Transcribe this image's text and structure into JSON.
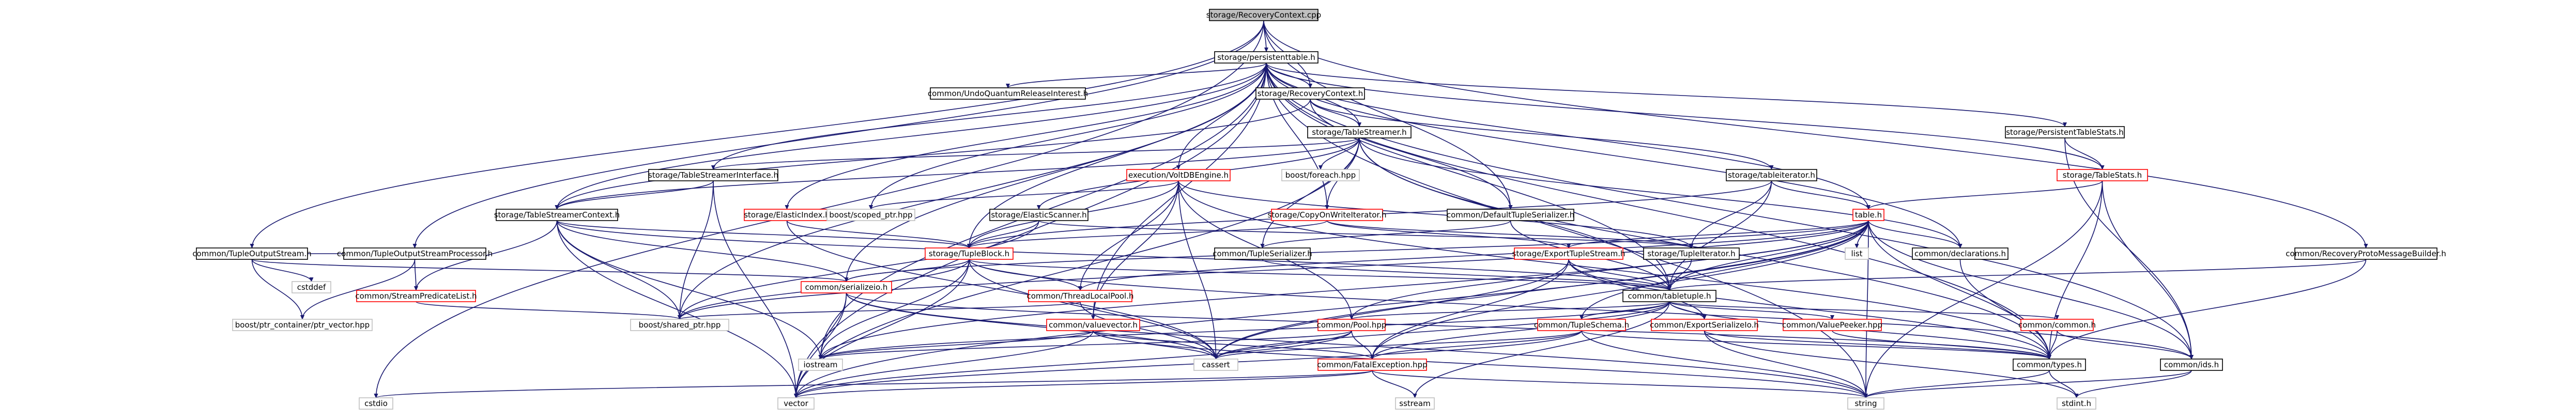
{
  "colors": {
    "edge": "#191970",
    "root_fill": "#bfbfbf",
    "node_stroke": "#000000",
    "documented_stroke": "#ff0000",
    "external_stroke": "#bfbfbf",
    "node_fill": "#ffffff"
  },
  "nodes": [
    {
      "id": "n0",
      "label": "storage/RecoveryContext.cpp",
      "kind": "root"
    },
    {
      "id": "n1",
      "label": "storage/persistenttable.h",
      "kind": "normal"
    },
    {
      "id": "n2",
      "label": "common/UndoQuantumReleaseInterest.h",
      "kind": "normal"
    },
    {
      "id": "n3",
      "label": "storage/RecoveryContext.h",
      "kind": "normal"
    },
    {
      "id": "n4",
      "label": "storage/TableStreamer.h",
      "kind": "normal"
    },
    {
      "id": "n5",
      "label": "storage/PersistentTableStats.h",
      "kind": "normal"
    },
    {
      "id": "n6",
      "label": "storage/TableStats.h",
      "kind": "red"
    },
    {
      "id": "n7",
      "label": "execution/VoltDBEngine.h",
      "kind": "red"
    },
    {
      "id": "n8",
      "label": "boost/foreach.hpp",
      "kind": "external"
    },
    {
      "id": "n9",
      "label": "storage/tableiterator.h",
      "kind": "normal"
    },
    {
      "id": "n10",
      "label": "storage/TableStreamerInterface.h",
      "kind": "normal"
    },
    {
      "id": "n11",
      "label": "storage/ElasticIndex.h",
      "kind": "red"
    },
    {
      "id": "n12",
      "label": "storage/ElasticScanner.h",
      "kind": "normal"
    },
    {
      "id": "n13",
      "label": "storage/CopyOnWriteIterator.h",
      "kind": "red"
    },
    {
      "id": "n14",
      "label": "common/DefaultTupleSerializer.h",
      "kind": "normal"
    },
    {
      "id": "n15",
      "label": "boost/scoped_ptr.hpp",
      "kind": "external"
    },
    {
      "id": "n16",
      "label": "table.h",
      "kind": "red"
    },
    {
      "id": "n17",
      "label": "storage/TableStreamerContext.h",
      "kind": "normal"
    },
    {
      "id": "n18",
      "label": "common/TupleOutputStream.h",
      "kind": "normal"
    },
    {
      "id": "n19",
      "label": "common/TupleOutputStreamProcessor.h",
      "kind": "normal"
    },
    {
      "id": "n20",
      "label": "common/TupleSerializer.h",
      "kind": "normal"
    },
    {
      "id": "n21",
      "label": "storage/ExportTupleStream.h",
      "kind": "red"
    },
    {
      "id": "n22",
      "label": "storage/TupleIterator.h",
      "kind": "normal"
    },
    {
      "id": "n23",
      "label": "common/declarations.h",
      "kind": "normal"
    },
    {
      "id": "n24",
      "label": "common/RecoveryProtoMessageBuilder.h",
      "kind": "normal"
    },
    {
      "id": "n25",
      "label": "list",
      "kind": "external"
    },
    {
      "id": "n26",
      "label": "storage/TupleBlock.h",
      "kind": "red"
    },
    {
      "id": "n27",
      "label": "cstddef",
      "kind": "external"
    },
    {
      "id": "n28",
      "label": "common/StreamPredicateList.h",
      "kind": "red"
    },
    {
      "id": "n29",
      "label": "common/serializeio.h",
      "kind": "red"
    },
    {
      "id": "n30",
      "label": "common/ThreadLocalPool.h",
      "kind": "red"
    },
    {
      "id": "n31",
      "label": "common/tabletuple.h",
      "kind": "normal"
    },
    {
      "id": "n32",
      "label": "boost/ptr_container/ptr_vector.hpp",
      "kind": "external"
    },
    {
      "id": "n33",
      "label": "boost/shared_ptr.hpp",
      "kind": "external"
    },
    {
      "id": "n34",
      "label": "common/Pool.hpp",
      "kind": "red"
    },
    {
      "id": "n35",
      "label": "common/TupleSchema.h",
      "kind": "red"
    },
    {
      "id": "n36",
      "label": "common/ExportSerializeIo.h",
      "kind": "red"
    },
    {
      "id": "n37",
      "label": "common/ValuePeeker.hpp",
      "kind": "red"
    },
    {
      "id": "n38",
      "label": "common/common.h",
      "kind": "red"
    },
    {
      "id": "n39",
      "label": "common/valuevector.h",
      "kind": "red"
    },
    {
      "id": "n40",
      "label": "iostream",
      "kind": "external"
    },
    {
      "id": "n41",
      "label": "cassert",
      "kind": "external"
    },
    {
      "id": "n42",
      "label": "common/FatalException.hpp",
      "kind": "red"
    },
    {
      "id": "n43",
      "label": "common/types.h",
      "kind": "normal"
    },
    {
      "id": "n44",
      "label": "common/ids.h",
      "kind": "normal"
    },
    {
      "id": "n45",
      "label": "cstdio",
      "kind": "external"
    },
    {
      "id": "n46",
      "label": "vector",
      "kind": "external"
    },
    {
      "id": "n47",
      "label": "sstream",
      "kind": "external"
    },
    {
      "id": "n48",
      "label": "string",
      "kind": "external"
    },
    {
      "id": "n49",
      "label": "stdint.h",
      "kind": "external"
    }
  ],
  "edges": [
    [
      "n0",
      "n1"
    ],
    [
      "n0",
      "n3"
    ],
    [
      "n0",
      "n14"
    ],
    [
      "n0",
      "n24"
    ],
    [
      "n0",
      "n18"
    ],
    [
      "n0",
      "n19"
    ],
    [
      "n0",
      "n45"
    ],
    [
      "n1",
      "n2"
    ],
    [
      "n1",
      "n3"
    ],
    [
      "n1",
      "n4"
    ],
    [
      "n1",
      "n5"
    ],
    [
      "n1",
      "n6"
    ],
    [
      "n1",
      "n7"
    ],
    [
      "n1",
      "n10"
    ],
    [
      "n1",
      "n11"
    ],
    [
      "n1",
      "n13"
    ],
    [
      "n1",
      "n16"
    ],
    [
      "n1",
      "n26"
    ],
    [
      "n1",
      "n15"
    ],
    [
      "n1",
      "n33"
    ],
    [
      "n1",
      "n43"
    ],
    [
      "n1",
      "n44"
    ],
    [
      "n1",
      "n46"
    ],
    [
      "n1",
      "n40"
    ],
    [
      "n1",
      "n31"
    ],
    [
      "n1",
      "n23"
    ],
    [
      "n1",
      "n29"
    ],
    [
      "n1",
      "n17"
    ],
    [
      "n1",
      "n39"
    ],
    [
      "n1",
      "n48"
    ],
    [
      "n3",
      "n4"
    ],
    [
      "n3",
      "n9"
    ],
    [
      "n3",
      "n14"
    ],
    [
      "n3",
      "n17"
    ],
    [
      "n4",
      "n8"
    ],
    [
      "n4",
      "n10"
    ],
    [
      "n4",
      "n12"
    ],
    [
      "n4",
      "n13"
    ],
    [
      "n4",
      "n17"
    ],
    [
      "n4",
      "n20"
    ],
    [
      "n4",
      "n46"
    ],
    [
      "n4",
      "n31"
    ],
    [
      "n4",
      "n23"
    ],
    [
      "n4",
      "n43"
    ],
    [
      "n5",
      "n6"
    ],
    [
      "n5",
      "n44"
    ],
    [
      "n6",
      "n16"
    ],
    [
      "n6",
      "n43"
    ],
    [
      "n6",
      "n44"
    ],
    [
      "n6",
      "n48"
    ],
    [
      "n7",
      "n26"
    ],
    [
      "n7",
      "n30"
    ],
    [
      "n7",
      "n34"
    ],
    [
      "n7",
      "n39"
    ],
    [
      "n7",
      "n43"
    ],
    [
      "n7",
      "n22"
    ],
    [
      "n7",
      "n41"
    ],
    [
      "n7",
      "n15"
    ],
    [
      "n9",
      "n22"
    ],
    [
      "n9",
      "n16"
    ],
    [
      "n9",
      "n31"
    ],
    [
      "n9",
      "n26"
    ],
    [
      "n10",
      "n17"
    ],
    [
      "n10",
      "n33"
    ],
    [
      "n10",
      "n46"
    ],
    [
      "n11",
      "n26"
    ],
    [
      "n11",
      "n41"
    ],
    [
      "n12",
      "n26"
    ],
    [
      "n12",
      "n22"
    ],
    [
      "n12",
      "n33"
    ],
    [
      "n13",
      "n22"
    ],
    [
      "n13",
      "n26"
    ],
    [
      "n13",
      "n21"
    ],
    [
      "n14",
      "n20"
    ],
    [
      "n14",
      "n31"
    ],
    [
      "n16",
      "n21"
    ],
    [
      "n16",
      "n25"
    ],
    [
      "n16",
      "n29"
    ],
    [
      "n16",
      "n30"
    ],
    [
      "n16",
      "n31"
    ],
    [
      "n16",
      "n34"
    ],
    [
      "n16",
      "n35"
    ],
    [
      "n16",
      "n23"
    ],
    [
      "n16",
      "n43"
    ],
    [
      "n16",
      "n48"
    ],
    [
      "n16",
      "n40"
    ],
    [
      "n16",
      "n42"
    ],
    [
      "n16",
      "n46"
    ],
    [
      "n16",
      "n33"
    ],
    [
      "n16",
      "n44"
    ],
    [
      "n16",
      "n41"
    ],
    [
      "n17",
      "n28"
    ],
    [
      "n17",
      "n29"
    ],
    [
      "n17",
      "n26"
    ],
    [
      "n17",
      "n31"
    ],
    [
      "n17",
      "n33"
    ],
    [
      "n17",
      "n40"
    ],
    [
      "n17",
      "n46"
    ],
    [
      "n18",
      "n27"
    ],
    [
      "n18",
      "n32"
    ],
    [
      "n18",
      "n29"
    ],
    [
      "n19",
      "n28"
    ],
    [
      "n19",
      "n32"
    ],
    [
      "n19",
      "n18"
    ],
    [
      "n20",
      "n31"
    ],
    [
      "n21",
      "n31"
    ],
    [
      "n21",
      "n42"
    ],
    [
      "n21",
      "n41"
    ],
    [
      "n21",
      "n43"
    ],
    [
      "n21",
      "n36"
    ],
    [
      "n22",
      "n31"
    ],
    [
      "n23",
      "n43"
    ],
    [
      "n24",
      "n31"
    ],
    [
      "n24",
      "n43"
    ],
    [
      "n26",
      "n30"
    ],
    [
      "n26",
      "n33"
    ],
    [
      "n26",
      "n41"
    ],
    [
      "n26",
      "n31"
    ],
    [
      "n26",
      "n40"
    ],
    [
      "n26",
      "n46"
    ],
    [
      "n26",
      "n44"
    ],
    [
      "n26",
      "n29"
    ],
    [
      "n28",
      "n33"
    ],
    [
      "n29",
      "n40"
    ],
    [
      "n29",
      "n41"
    ],
    [
      "n29",
      "n46"
    ],
    [
      "n29",
      "n48"
    ],
    [
      "n29",
      "n43"
    ],
    [
      "n30",
      "n33"
    ],
    [
      "n30",
      "n41"
    ],
    [
      "n31",
      "n34"
    ],
    [
      "n31",
      "n35"
    ],
    [
      "n31",
      "n36"
    ],
    [
      "n31",
      "n37"
    ],
    [
      "n31",
      "n38"
    ],
    [
      "n31",
      "n43"
    ],
    [
      "n31",
      "n41"
    ],
    [
      "n31",
      "n40"
    ],
    [
      "n31",
      "n42"
    ],
    [
      "n31",
      "n47"
    ],
    [
      "n34",
      "n40"
    ],
    [
      "n34",
      "n41"
    ],
    [
      "n34",
      "n42"
    ],
    [
      "n34",
      "n46"
    ],
    [
      "n35",
      "n43"
    ],
    [
      "n35",
      "n41"
    ],
    [
      "n35",
      "n42"
    ],
    [
      "n35",
      "n46"
    ],
    [
      "n35",
      "n48"
    ],
    [
      "n36",
      "n43"
    ],
    [
      "n36",
      "n48"
    ],
    [
      "n36",
      "n49"
    ],
    [
      "n37",
      "n43"
    ],
    [
      "n38",
      "n43"
    ],
    [
      "n38",
      "n44"
    ],
    [
      "n39",
      "n41"
    ],
    [
      "n39",
      "n46"
    ],
    [
      "n39",
      "n48"
    ],
    [
      "n39",
      "n40"
    ],
    [
      "n39",
      "n42"
    ],
    [
      "n42",
      "n45"
    ],
    [
      "n42",
      "n47"
    ],
    [
      "n42",
      "n46"
    ],
    [
      "n42",
      "n48"
    ],
    [
      "n43",
      "n48"
    ],
    [
      "n43",
      "n49"
    ],
    [
      "n44",
      "n48"
    ],
    [
      "n44",
      "n49"
    ]
  ]
}
